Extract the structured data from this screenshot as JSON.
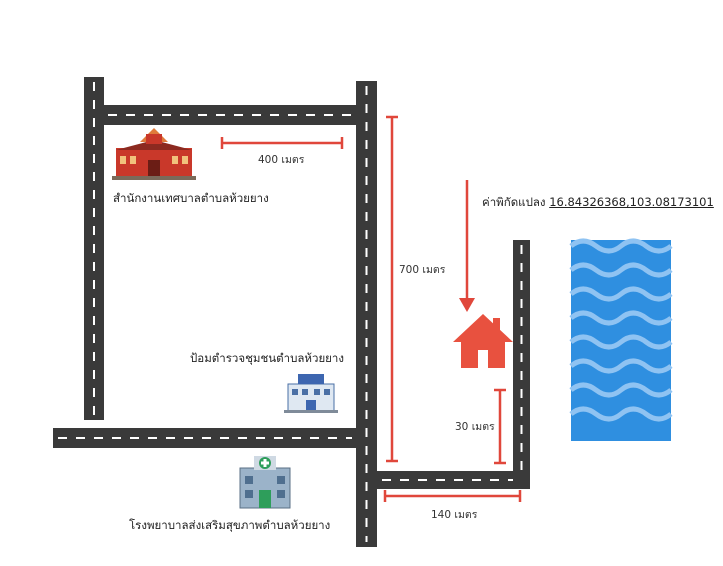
{
  "labels": {
    "municipal_office": "สำนักงานเทศบาลตำบลห้วยยาง",
    "police_box": "ป้อมตำรวจชุมชนตำบลห้วยยาง",
    "hospital": "โรงพยาบาลส่งเสริมสุขภาพตำบลห้วยยาง",
    "coordinate_prefix": "ค่าพิกัดแปลง",
    "coordinate_value": "16.84326368,103.08173101"
  },
  "distances": {
    "top": "400 เมตร",
    "vertical": "700 เมตร",
    "short_vertical": "30 เมตร",
    "bottom": "140 เมตร"
  },
  "icons": [
    "municipal-office-icon",
    "police-station-icon",
    "hospital-icon",
    "house-icon",
    "water-icon"
  ],
  "colors": {
    "road": "#3a3a3a",
    "road_dash": "#ffffff",
    "measure": "#e0473b",
    "house": "#e8513f",
    "water": "#2f8fe0",
    "water_wave": "#8fc3f2"
  }
}
